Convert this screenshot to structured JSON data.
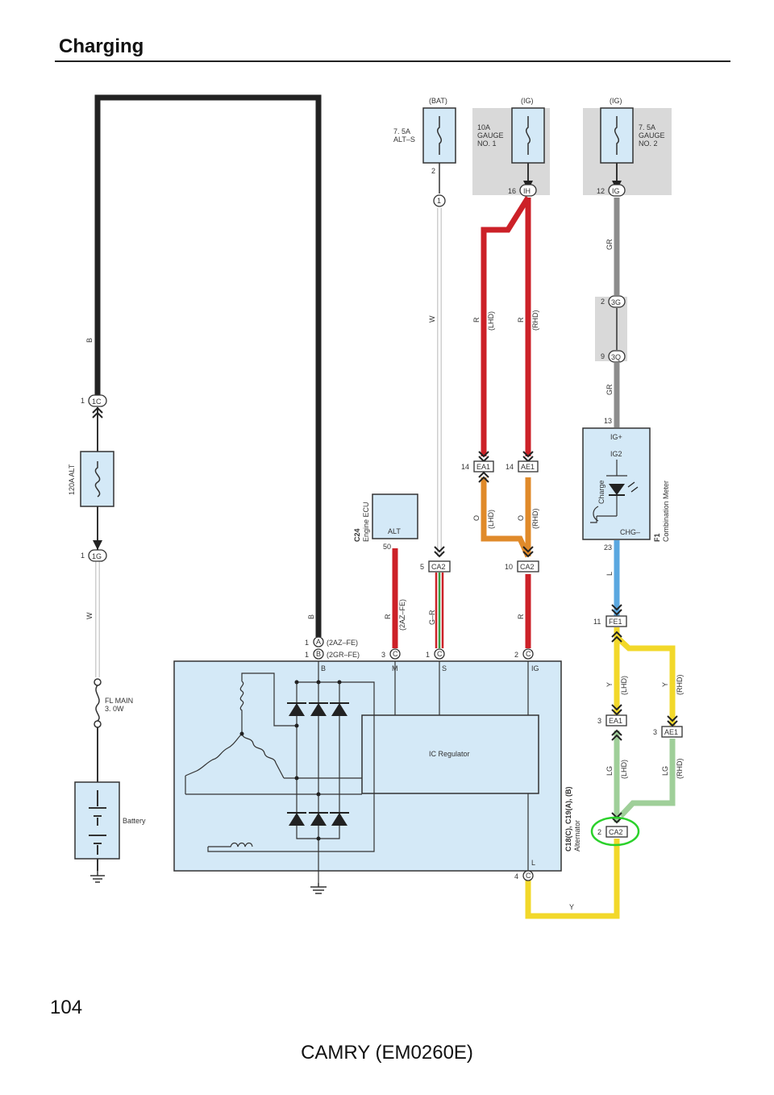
{
  "header": {
    "title": "Charging"
  },
  "footer": {
    "page_number": "104",
    "model": "CAMRY (EM0260E)"
  },
  "colors": {
    "box": "#d4e9f7",
    "shade": "#d9d9d9",
    "black": "#222222",
    "red": "#cc2128",
    "orange": "#e08a2a",
    "gray": "#8c8c8c",
    "blue": "#5aa7e0",
    "yellow": "#f2d82a",
    "lightgreen": "#9fcf99",
    "highlight": "#2bd12b"
  },
  "fuses": {
    "bat_hdr": "(BAT)",
    "ig1_hdr": "(IG)",
    "ig2_hdr": "(IG)",
    "alts_1": "7. 5A",
    "alts_2": "ALT–S",
    "g1_1": "10A",
    "g1_2": "GAUGE",
    "g1_3": "NO. 1",
    "g2_1": "7. 5A",
    "g2_2": "GAUGE",
    "g2_3": "NO. 2",
    "alt120": "120A ALT",
    "flmain_1": "FL MAIN",
    "flmain_2": "3. 0W"
  },
  "connectors": {
    "c1c": "1C",
    "c1g": "1G",
    "p1": "1",
    "ih": "IH",
    "ig": "IG",
    "g3": "3G",
    "q3": "3Q",
    "ea1": "EA1",
    "ae1": "AE1",
    "ca2": "CA2",
    "fe1": "FE1",
    "a": "A",
    "b": "B",
    "c": "C"
  },
  "pins": {
    "n1": "1",
    "n2": "2",
    "n3": "3",
    "n4": "4",
    "n5": "5",
    "n9": "9",
    "n10": "10",
    "n11": "11",
    "n12": "12",
    "n13": "13",
    "n14": "14",
    "n16": "16",
    "n23": "23",
    "n50": "50"
  },
  "wires": {
    "B": "B",
    "W": "W",
    "R": "R",
    "O": "O",
    "GR": "GR",
    "L": "L",
    "Y": "Y",
    "LG": "LG",
    "GR_": "G–R",
    "lhd": "(LHD)",
    "rhd": "(RHD)",
    "az": "(2AZ–FE)",
    "gr_eng": "(2GR–FE)"
  },
  "components": {
    "ecu_code": "C24",
    "ecu_name": "Engine ECU",
    "ecu_pin": "ALT",
    "meter_code": "F1",
    "meter_name": "Combination Meter",
    "meter_igp": "IG+",
    "meter_ig2": "IG2",
    "meter_charge": "Charge",
    "meter_chg": "CHG–",
    "alt_code": "C18(C), C19(A), (B)",
    "alt_name": "Alternator",
    "ic": "IC Regulator",
    "t_b": "B",
    "t_m": "M",
    "t_s": "S",
    "t_ig": "IG",
    "t_l": "L",
    "battery": "Battery"
  }
}
